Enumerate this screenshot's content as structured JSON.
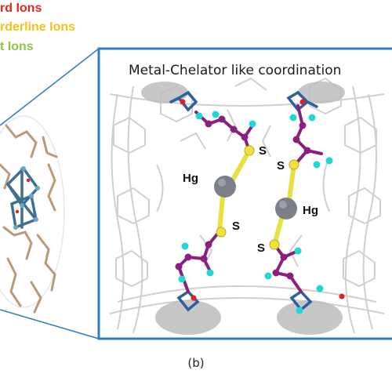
{
  "legend": {
    "hard": {
      "text": "rd Ions",
      "color": "#e8241c"
    },
    "borderline": {
      "text": "rderline Ions",
      "color": "#f2c21b"
    },
    "soft": {
      "text": "t Ions",
      "color": "#8cc63f"
    }
  },
  "panel": {
    "title": "Metal-Chelator like coordination",
    "border_color": "#2e7bc4",
    "caption": "(b)"
  },
  "atoms": {
    "hg_left": "Hg",
    "hg_right": "Hg",
    "s_upper_left": "S",
    "s_upper_right": "S",
    "s_lower_left": "S",
    "s_lower_right": "S"
  },
  "colors": {
    "carbon_chain": "#8b1f7e",
    "sulfur": "#f0e040",
    "mercury": "#7d7f88",
    "nitrogen": "#20d6d6",
    "framework": "#c8c8c8",
    "metal_node": "#2f5f9e"
  }
}
